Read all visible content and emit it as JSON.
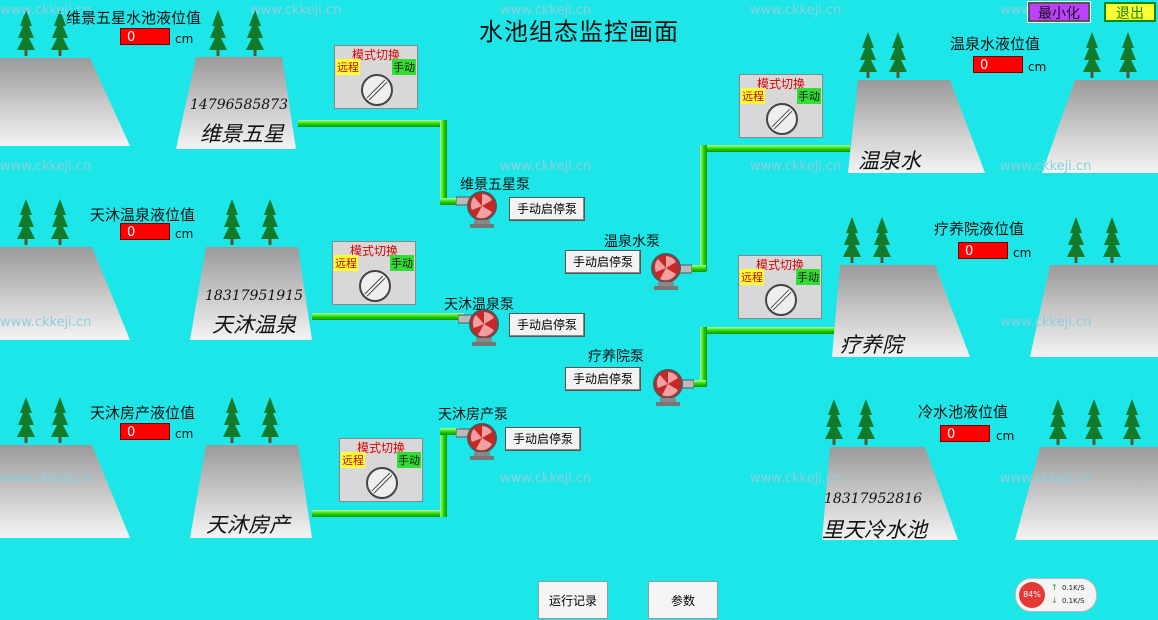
{
  "title": "水池组态监控画面",
  "header_buttons": {
    "minimize": "最小化",
    "exit": "退出"
  },
  "watermark": "www.ckkeji.cn",
  "level_unit": "cm",
  "levels": {
    "weijing": {
      "label": "维景五星水池液位值",
      "value": "0"
    },
    "tianmu_wq": {
      "label": "天沐温泉液位值",
      "value": "0"
    },
    "tianmu_fc": {
      "label": "天沐房产液位值",
      "value": "0"
    },
    "wenquan": {
      "label": "温泉水液位值",
      "value": "0"
    },
    "liaoyang": {
      "label": "疗养院液位值",
      "value": "0"
    },
    "lengshui": {
      "label": "冷水池液位值",
      "value": "0"
    }
  },
  "pools": {
    "weijing": {
      "phone": "14796585873",
      "name": "维景五星"
    },
    "tianmu_wq": {
      "phone": "18317951915",
      "name": "天沐温泉"
    },
    "tianmu_fc": {
      "name": "天沐房产"
    },
    "wenquan": {
      "name": "温泉水"
    },
    "liaoyang": {
      "name": "疗养院"
    },
    "lengshui": {
      "phone": "18317952816",
      "name": "里天冷水池"
    }
  },
  "mode_switch": {
    "title": "模式切换",
    "remote": "远程",
    "manual": "手动"
  },
  "pumps": {
    "weijing": {
      "label": "维景五星泵",
      "button": "手动启停泵"
    },
    "tianmu_wq": {
      "label": "天沐温泉泵",
      "button": "手动启停泵"
    },
    "tianmu_fc": {
      "label": "天沐房产泵",
      "button": "手动启停泵"
    },
    "wenquan": {
      "label": "温泉水泵",
      "button": "手动启停泵"
    },
    "liaoyang": {
      "label": "疗养院泵",
      "button": "手动启停泵"
    }
  },
  "bottom_buttons": {
    "records": "运行记录",
    "params": "参数"
  },
  "net_widget": {
    "percent": "84%",
    "up": "0.1K/S",
    "down": "0.1K/S"
  },
  "colors": {
    "background": "#1de6e8",
    "pipe": "#22dd00",
    "level_box": "#ff0000"
  }
}
